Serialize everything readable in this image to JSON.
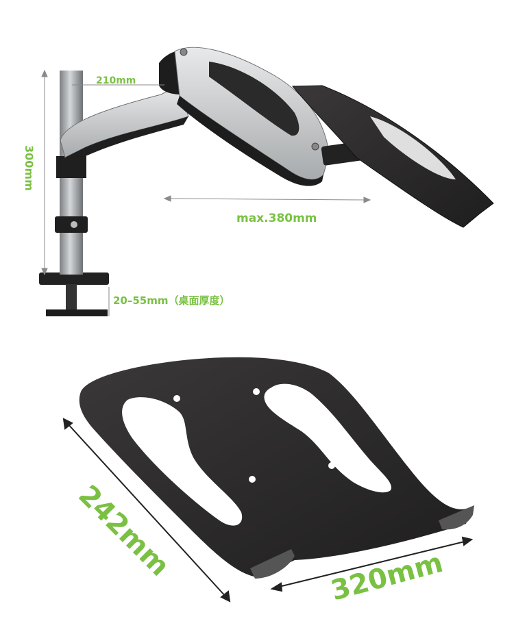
{
  "dimensions": {
    "arm_offset": "210mm",
    "pole_height": "300mm",
    "max_reach": "max.380mm",
    "desk_thickness": "20–55mm（桌面厚度）",
    "tray_depth": "242mm",
    "tray_width": "320mm"
  },
  "colors": {
    "label_green": "#7ac143",
    "tray_black": "#2b2a2a",
    "arm_silver": "#c9cbcd",
    "pole_gray": "#9ea1a4"
  }
}
